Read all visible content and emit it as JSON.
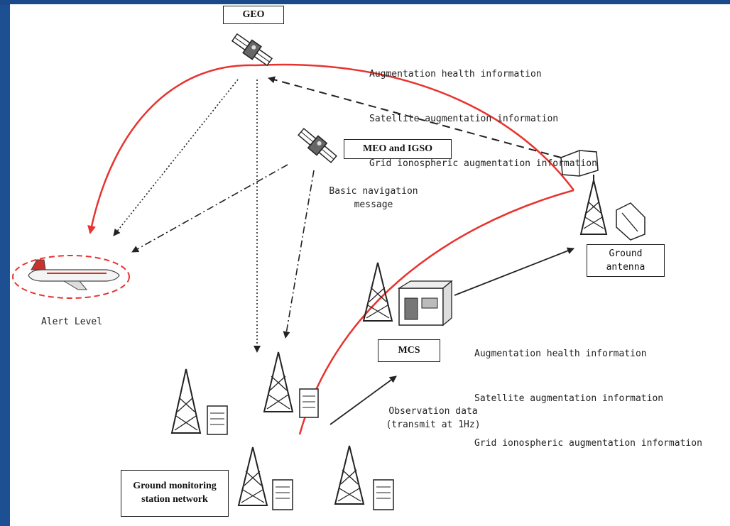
{
  "labels": {
    "geo": "GEO",
    "meo_igso": "MEO and IGSO",
    "mcs": "MCS",
    "ground_antenna": [
      "Ground",
      "antenna"
    ],
    "ground_network": [
      "Ground monitoring",
      "station network"
    ],
    "alert_level": "Alert Level",
    "basic_nav": [
      "Basic navigation",
      "message"
    ],
    "observation": [
      "Observation data",
      "(transmit at 1Hz)"
    ],
    "aug_top": [
      "Augmentation health information",
      "Satellite augmentation information",
      "Grid ionospheric augmentation information"
    ],
    "aug_right": [
      "Augmentation health information",
      "Satellite augmentation information",
      "Grid ionospheric augmentation information"
    ]
  },
  "colors": {
    "background": "#1d4f93",
    "panel": "#ffffff",
    "red_link": "#e8332f",
    "ink": "#222222"
  }
}
